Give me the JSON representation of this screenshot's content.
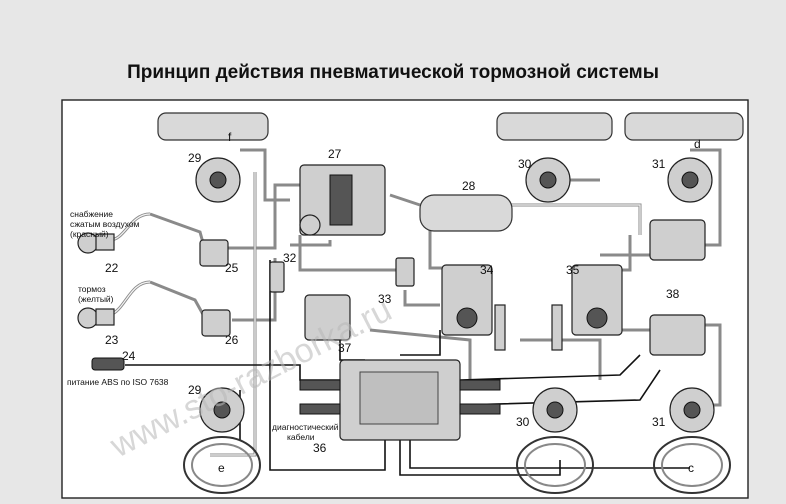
{
  "title": "Принцип действия пневматической тормозной системы",
  "watermark": "www.sto-razborka.ru",
  "labels": {
    "supply": [
      "снабжение",
      "сжатым воздухом",
      "(красный)"
    ],
    "brake": [
      "тормоз",
      "(желтый)"
    ],
    "abs_power": "питание ABS по ISO 7638",
    "diag_cables": [
      "диагностический",
      "кабели"
    ]
  },
  "letters": {
    "f": "f",
    "d": "d",
    "e": "e",
    "c": "c"
  },
  "components": {
    "n22": "22",
    "n23": "23",
    "n24": "24",
    "n25": "25",
    "n26": "26",
    "n27": "27",
    "n28": "28",
    "n29a": "29",
    "n29b": "29",
    "n30a": "30",
    "n30b": "30",
    "n31a": "31",
    "n31b": "31",
    "n32": "32",
    "n33": "33",
    "n34": "34",
    "n35": "35",
    "n36": "36",
    "n37": "37",
    "n38": "38"
  },
  "colors": {
    "pipe": "#8a8a8a",
    "wire": "#111111",
    "background": "#e7e7e7"
  }
}
